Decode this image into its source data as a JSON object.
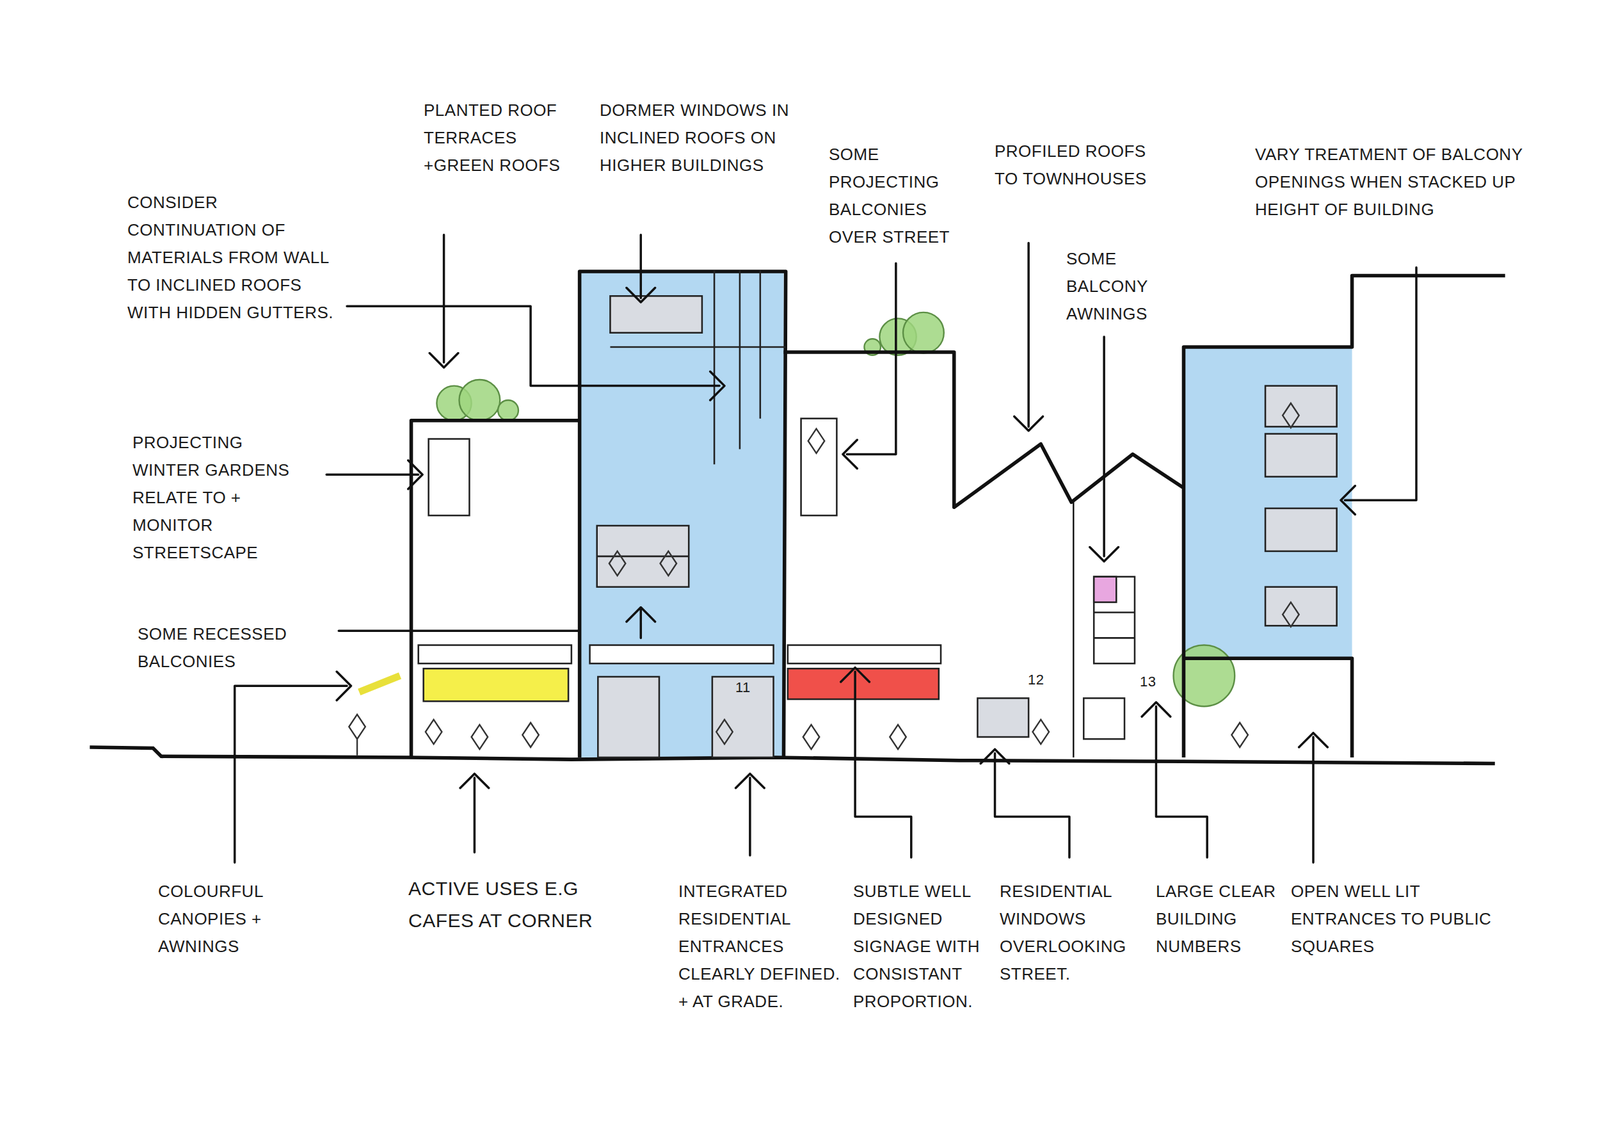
{
  "diagram": {
    "labels": [
      "PLANTED ROOF TERRACES +GREEN ROOFS",
      "DORMER WINDOWS IN INCLINED ROOFS ON HIGHER BUILDINGS",
      "SOME PROJECTING BALCONIES OVER STREET",
      "PROFILED ROOFS TO TOWNHOUSES",
      "VARY TREATMENT OF BALCONY OPENINGS WHEN STACKED UP HEIGHT OF BUILDING",
      "CONSIDER CONTINUATION OF MATERIALS FROM WALL TO INCLINED ROOFS WITH HIDDEN GUTTERS.",
      "SOME BALCONY AWNINGS",
      "PROJECTING WINTER GARDENS RELATE TO + MONITOR STREETSCAPE",
      "SOME RECESSED BALCONIES",
      "11",
      "12",
      "13",
      "COLOURFUL CANOPIES + AWNINGS",
      "ACTIVE USES E.G CAFES AT CORNER",
      "INTEGRATED RESIDENTIAL ENTRANCES CLEARLY DEFINED. + AT GRADE.",
      "SUBTLE WELL DESIGNED SIGNAGE WITH CONSISTANT PROPORTION.",
      "RESIDENTIAL WINDOWS OVERLOOKING STREET.",
      "LARGE CLEAR BUILDING NUMBERS",
      "OPEN WELL LIT ENTRANCES TO PUBLIC SQUARES"
    ]
  }
}
